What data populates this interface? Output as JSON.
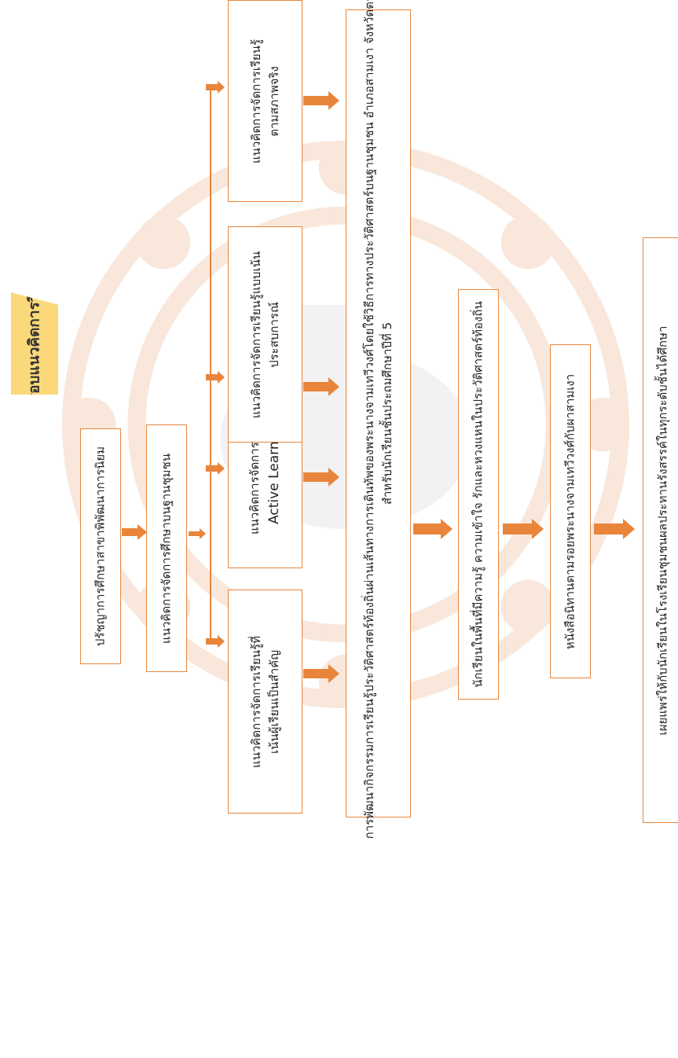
{
  "title": "กรอบแนวคิดการวิจัย",
  "colors": {
    "accent": "#E8853B",
    "title_bg": "#FBD97A"
  },
  "boxes": {
    "philosophy": "ปรัชญาการศึกษาสาขาพิพัฒนาการนิยม",
    "community": "แนวคิดการจัดการศึกษาบนฐานชุมชน",
    "student_center_1": "แนวคิดการจัดการเรียนรู้ที่",
    "student_center_2": "เน้นผู้เรียนเป็นสำคัญ",
    "active_1": "แนวคิดการจัดการเรียนรู้",
    "active_2": "Active Learning",
    "experience_1": "แนวคิดการจัดการเรียนรู้แบบเน้น",
    "experience_2": "ประสบการณ์",
    "authentic_1": "แนวคิดการจัดการเรียนรู้",
    "authentic_2": "ตามสภาพจริง",
    "main_1": "การพัฒนากิจกรรมการเรียนรู้ประวัติศาสตร์ท้องถิ่นผ่านเส้นทางการเดินทัพของพระนางจามเทวีวงศ์โดยใช้วิธีการทางประวัติศาสตร์บนฐานชุมชน  อำเภอสามเงา  จังหวัดตาก",
    "main_2": "สำหรับนักเรียนชั้นประถมศึกษาปีที่  5",
    "outcome": "นักเรียนในพื้นที่มีความรู้ ความเข้าใจ  รักและหวงแหนในประวัติศาสตร์ท้องถิ่น",
    "book": "หนังสือนิทานตามรอยพระนางจามเทวีวงศ์กับผาสามเงา",
    "dissemination": "เผยแพร่ให้กับนักเรียนในโรงเรียนชุมชนผลประทานรังสรรค์ในทุกระดับชั้นได้ศึกษา"
  }
}
